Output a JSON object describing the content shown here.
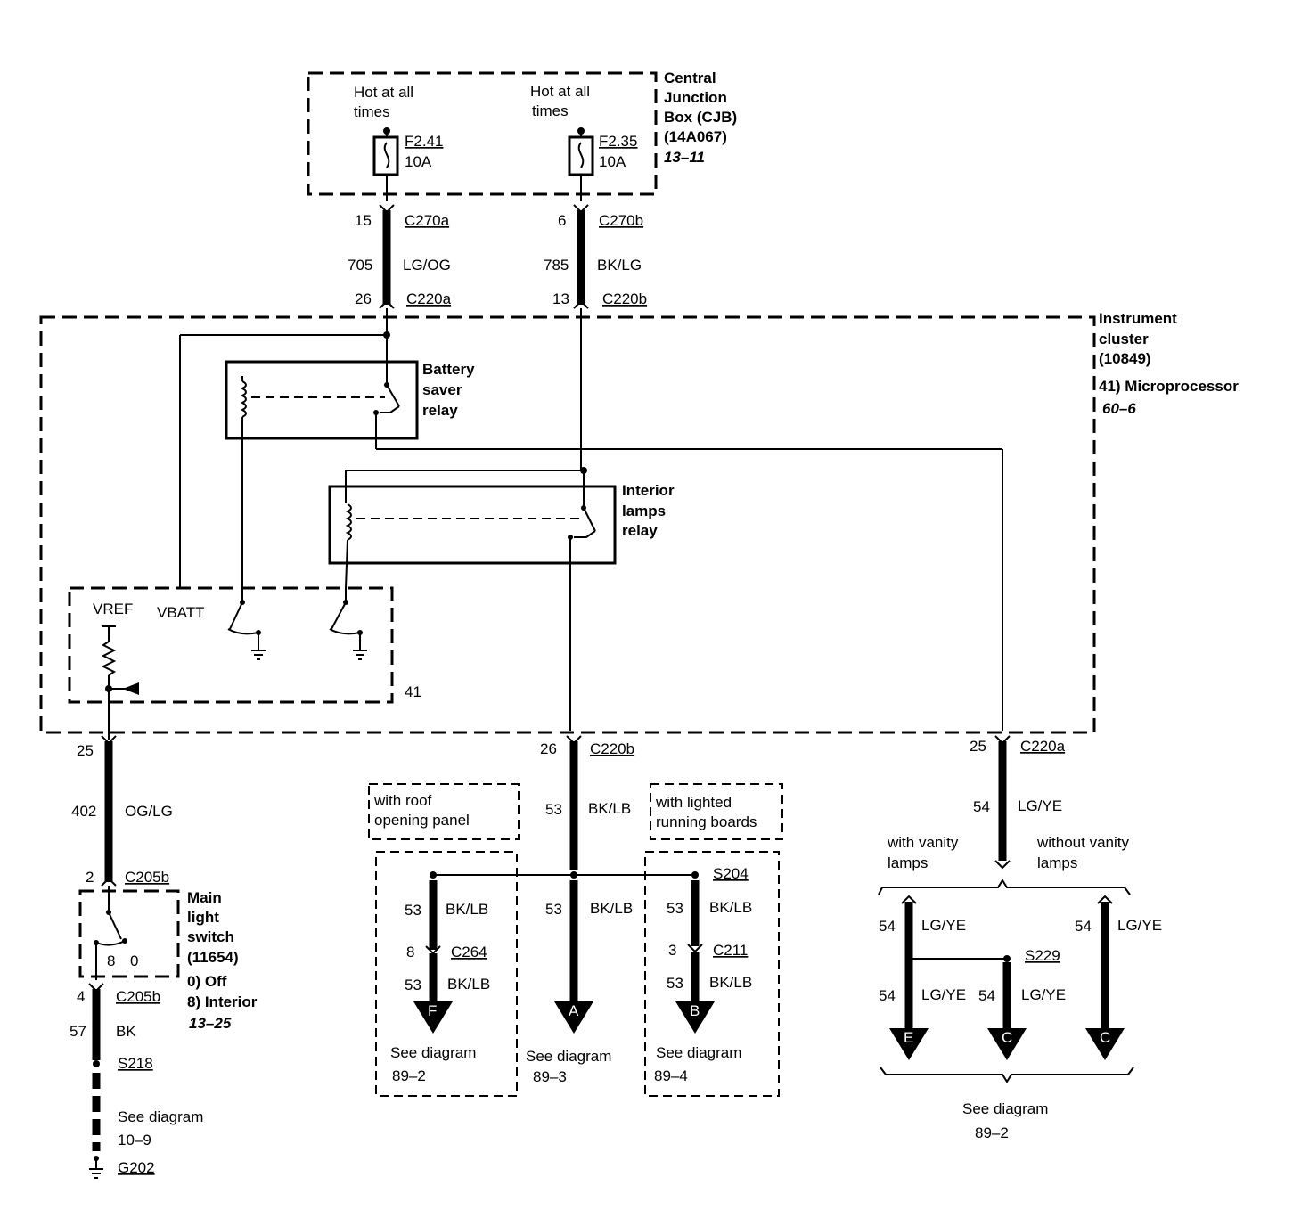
{
  "cjb": {
    "hot1_l1": "Hot at all",
    "hot1_l2": "times",
    "hot2_l1": "Hot at all",
    "hot2_l2": "times",
    "fuse1_id": "F2.41",
    "fuse1_amp": "10A",
    "fuse2_id": "F2.35",
    "fuse2_amp": "10A",
    "name_l1": "Central",
    "name_l2": "Junction",
    "name_l3": "Box (CJB)",
    "name_l4": "(14A067)",
    "ref": "13–11"
  },
  "top_wires": {
    "w1_pin_top": "15",
    "w1_conn_top": "C270a",
    "w1_circuit": "705",
    "w1_color": "LG/OG",
    "w1_pin_bot": "26",
    "w1_conn_bot": "C220a",
    "w2_pin_top": "6",
    "w2_conn_top": "C270b",
    "w2_circuit": "785",
    "w2_color": "BK/LG",
    "w2_pin_bot": "13",
    "w2_conn_bot": "C220b"
  },
  "cluster": {
    "name_l1": "Instrument",
    "name_l2": "cluster",
    "name_l3": "(10849)",
    "micro": "41) Microprocessor",
    "ref": "60–6",
    "bsr_l1": "Battery",
    "bsr_l2": "saver",
    "bsr_l3": "relay",
    "ilr_l1": "Interior",
    "ilr_l2": "lamps",
    "ilr_l3": "relay",
    "vref": "VREF",
    "vbatt": "VBATT",
    "micro_num": "41"
  },
  "left": {
    "pin_top": "25",
    "circuit": "402",
    "color": "OG/LG",
    "pin_sw": "2",
    "conn_sw": "C205b",
    "sw_l1": "Main",
    "sw_l2": "light",
    "sw_l3": "switch",
    "sw_l4": "(11654)",
    "pos_8": "8",
    "pos_0": "0",
    "opt_off": "0) Off",
    "opt_int": "8) Interior",
    "sw_ref": "13–25",
    "pin_out": "4",
    "conn_out": "C205b",
    "circ_out": "57",
    "color_out": "BK",
    "splice": "S218",
    "see_l1": "See diagram",
    "see_l2": "10–9",
    "ground": "G202"
  },
  "middle": {
    "pin_top": "26",
    "conn_top": "C220b",
    "circuit": "53",
    "color": "BK/LB",
    "roof_l1": "with roof",
    "roof_l2": "opening panel",
    "boards_l1": "with lighted",
    "boards_l2": "running boards",
    "f_circ1": "53",
    "f_color1": "BK/LB",
    "f_pin": "8",
    "f_conn": "C264",
    "f_circ2": "53",
    "f_color2": "BK/LB",
    "f_arrow": "F",
    "f_see_l1": "See diagram",
    "f_see_l2": "89–2",
    "a_circ": "53",
    "a_color": "BK/LB",
    "a_arrow": "A",
    "a_see_l1": "See diagram",
    "a_see_l2": "89–3",
    "b_splice": "S204",
    "b_circ1": "53",
    "b_color1": "BK/LB",
    "b_pin": "3",
    "b_conn": "C211",
    "b_circ2": "53",
    "b_color2": "BK/LB",
    "b_arrow": "B",
    "b_see_l1": "See diagram",
    "b_see_l2": "89–4"
  },
  "right": {
    "pin_top": "25",
    "conn_top": "C220a",
    "circuit": "54",
    "color": "LG/YE",
    "with_l1": "with vanity",
    "with_l2": "lamps",
    "without_l1": "without vanity",
    "without_l2": "lamps",
    "e_circ1": "54",
    "e_color1": "LG/YE",
    "splice": "S229",
    "e_circ2": "54",
    "e_color2": "LG/YE",
    "c1_circ": "54",
    "c1_color": "LG/YE",
    "c2_circ": "54",
    "c2_color": "LG/YE",
    "e_arrow": "E",
    "c1_arrow": "C",
    "c2_arrow": "C",
    "see_l1": "See diagram",
    "see_l2": "89–2"
  }
}
